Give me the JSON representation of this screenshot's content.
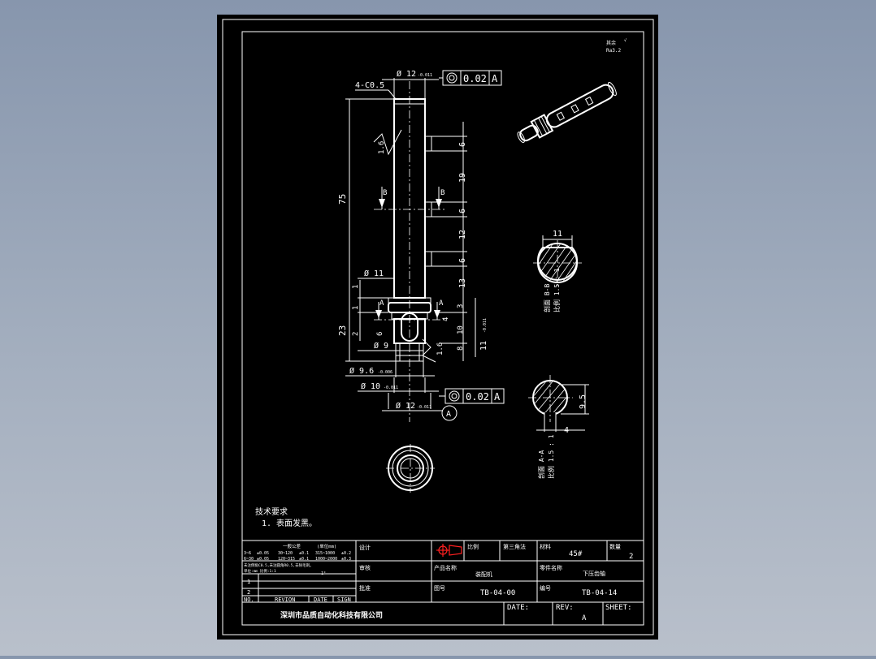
{
  "dims": {
    "chamfer": "4-C0.5",
    "dia12_top": "Ø 12",
    "tol_h6": "-0.011",
    "len_75": "75",
    "len_23": "23",
    "d11": "Ø 11",
    "d9": "Ø 9",
    "d96": "Ø 9.6",
    "d96_tol": "-0.006",
    "d10": "Ø 10",
    "d12_bot": "Ø 12",
    "d6_1": "6",
    "d19": "19",
    "d6_2": "6",
    "d12_mid": "12",
    "d6_3": "6",
    "d13": "13",
    "d3": "3",
    "d4": "4",
    "d10_small": "10",
    "d8": "8",
    "d11_right": "11",
    "d1_a": "1",
    "d1_b": "1",
    "d2": "2",
    "d6_left": "6",
    "rough_16a": "1.6",
    "rough_16b": "1.6",
    "sec_b_label": "B",
    "sec_a_label": "A",
    "sec_b_dim": "11",
    "sec_a_dim1": "9.5",
    "sec_a_dim2": "4",
    "datum": "A"
  },
  "gdt": {
    "top": {
      "value": "0.02",
      "datum": "A"
    },
    "bottom": {
      "value": "0.02",
      "datum": "A"
    }
  },
  "section_b": {
    "title": "剖面 B-B",
    "scale": "比例 1.5 : 1"
  },
  "section_a": {
    "title": "剖面 A-A",
    "scale": "比例 1.5 : 1"
  },
  "corner_note": {
    "line1": "其余",
    "line2": "Ra3.2"
  },
  "tech_req": {
    "title": "技术要求",
    "item1": "1. 表面发黑。"
  },
  "title_block": {
    "tol_heading": "一般公差",
    "tol_unit": "(单位mm)",
    "tol_row1": [
      "3~6",
      "±0.05",
      "30~120",
      "±0.1",
      "315~1000",
      "±0.2"
    ],
    "tol_row2": [
      "6~30",
      "±0.05",
      "120~315",
      "±0.1",
      "1000~2000",
      "±0.3"
    ],
    "note1": "未注倒角C0.5,未注圆角R0.5,去除毛刺。",
    "note2": "单位:mm 比例:1:1",
    "note_mark": "1°",
    "design": "设计",
    "check": "审核",
    "approve": "批准",
    "proj_label": "比例",
    "view_label": "第三角法",
    "material_label": "材料",
    "material": "45#",
    "qty_label": "数量",
    "qty": "2",
    "product_label": "产品名称",
    "product": "装配机",
    "part_name_label": "零件名称",
    "part_name": "下压齿轴",
    "dwg_no_label": "图号",
    "dwg_no": "TB-04-00",
    "part_no_label": "编号",
    "part_no": "TB-04-14",
    "rev_rows": [
      "1",
      "2"
    ],
    "rev_no": "NO.",
    "rev_head": "REVION",
    "date_head": "DATE",
    "sign_head": "SIGN",
    "company": "深圳市品质自动化科技有限公司",
    "date_label": "DATE:",
    "rev_label": "REV:",
    "rev_value": "A",
    "sheet_label": "SHEET:"
  }
}
